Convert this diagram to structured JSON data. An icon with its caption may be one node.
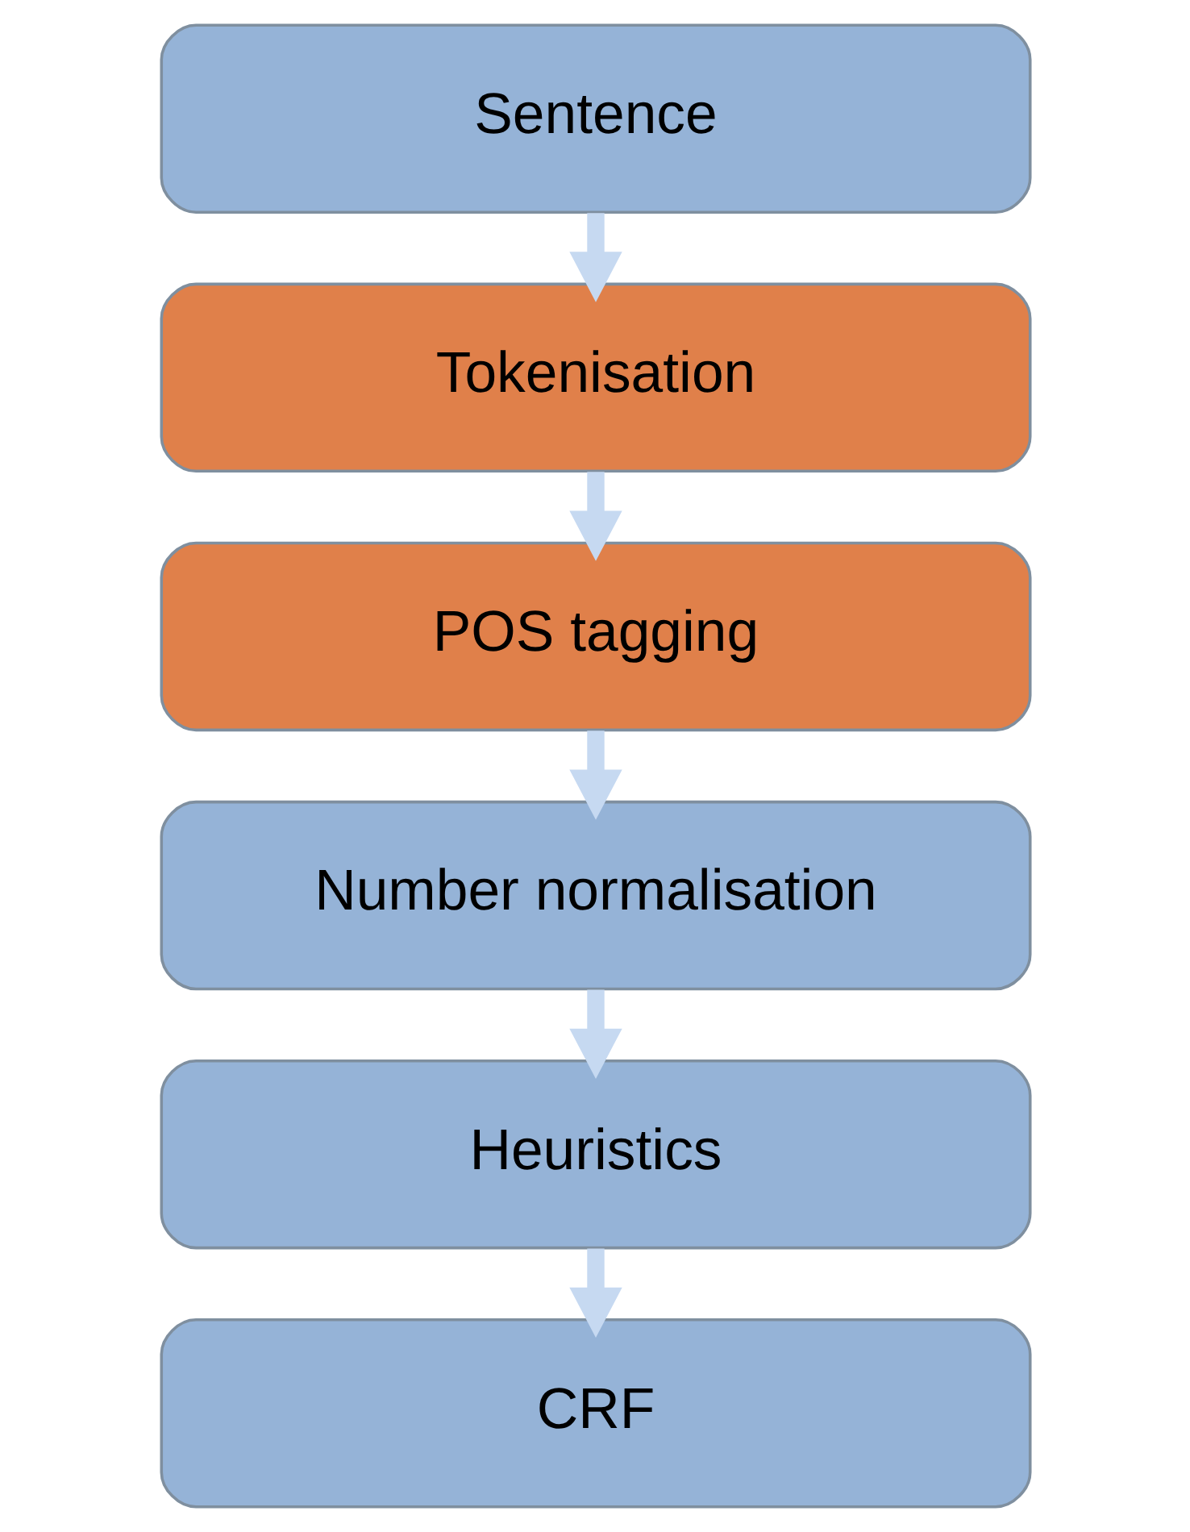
{
  "diagram": {
    "nodes": [
      {
        "text": [
          "Sentence"
        ]
      },
      {
        "text": [
          "Tokenisation"
        ]
      },
      {
        "text": [
          "POS tagging"
        ]
      },
      {
        "text": [
          "Number normalisation"
        ]
      },
      {
        "text": [
          "Heuristics"
        ]
      },
      {
        "text": [
          "CRF"
        ]
      }
    ],
    "edges": [
      {
        "from": 0,
        "to": 1,
        "arrow": "to"
      },
      {
        "from": 1,
        "to": 2,
        "arrow": "to"
      },
      {
        "from": 2,
        "to": 3,
        "arrow": "to"
      },
      {
        "from": 3,
        "to": 4,
        "arrow": "to"
      },
      {
        "from": 4,
        "to": 5,
        "arrow": "to"
      }
    ]
  }
}
